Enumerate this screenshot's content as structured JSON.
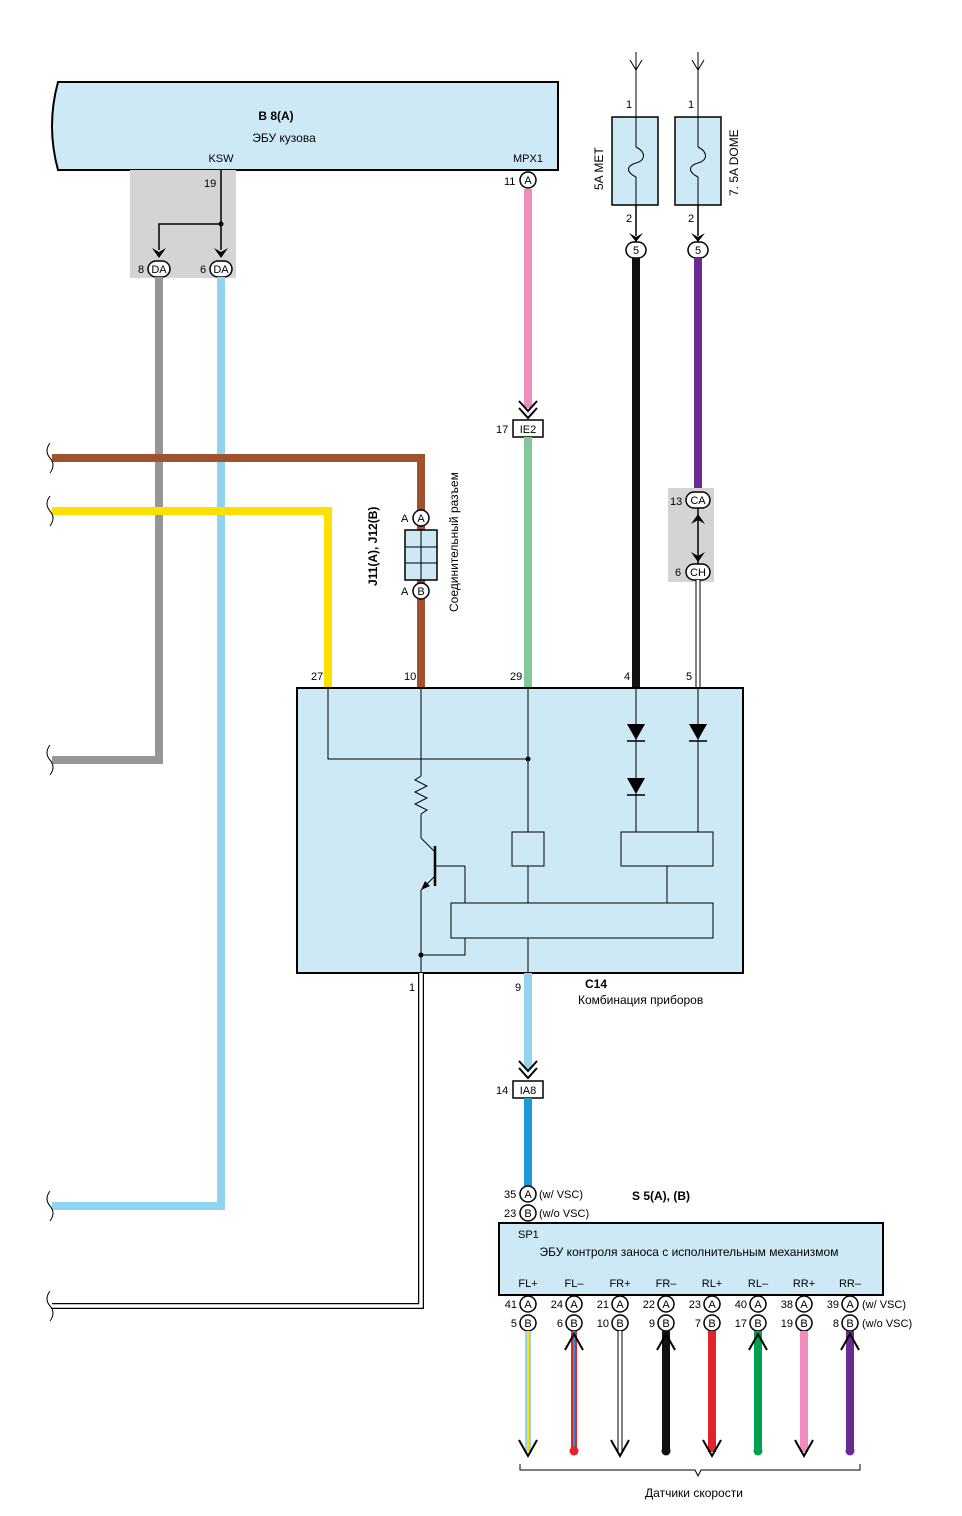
{
  "body_ecu": {
    "ref": "B 8(A)",
    "name": "ЭБУ кузова",
    "pin_ksw": "KSW",
    "pin_mpx": "MPX1",
    "pin_19": "19",
    "pin_11": "11",
    "conn_a": "A"
  },
  "da_connectors": [
    {
      "num": "8",
      "tag": "DA"
    },
    {
      "num": "6",
      "tag": "DA"
    }
  ],
  "fuses": [
    {
      "name": "5A MET",
      "in_pin": "1",
      "out_pin": "2",
      "conn": "5"
    },
    {
      "name": "7. 5A DOME",
      "in_pin": "1",
      "out_pin": "2",
      "conn": "5"
    }
  ],
  "ie2": {
    "num": "17",
    "tag": "IE2"
  },
  "ca_ch": {
    "ca_num": "13",
    "ca_tag": "CA",
    "ch_num": "6",
    "ch_tag": "CH"
  },
  "junction": {
    "ref": "J11(A), J12(B)",
    "label": "Соединительный разъем",
    "a_pin": "A",
    "a_tag": "A",
    "b_pin": "A",
    "b_tag": "B"
  },
  "combo": {
    "ref": "C14",
    "name": "Комбинация приборов",
    "pins": {
      "p27": "27",
      "p10": "10",
      "p29": "29",
      "p4": "4",
      "p5": "5",
      "p1": "1",
      "p9": "9"
    }
  },
  "ia8": {
    "num": "14",
    "tag": "IA8"
  },
  "skid_ecu": {
    "ref": "S 5(A), (B)",
    "name": "ЭБУ контроля заноса с исполнительным механизмом",
    "pin_sp1": "SP1",
    "in_a_num": "35",
    "in_a_tag": "A",
    "in_a_note": "(w/ VSC)",
    "in_b_num": "23",
    "in_b_tag": "B",
    "in_b_note": "(w/o VSC)",
    "note_a": "(w/ VSC)",
    "note_b": "(w/o VSC)",
    "terminals": [
      {
        "label": "FL+",
        "a": "41",
        "b": "5"
      },
      {
        "label": "FL–",
        "a": "24",
        "b": "6"
      },
      {
        "label": "FR+",
        "a": "21",
        "b": "10"
      },
      {
        "label": "FR–",
        "a": "22",
        "b": "9"
      },
      {
        "label": "RL+",
        "a": "23",
        "b": "7"
      },
      {
        "label": "RL–",
        "a": "40",
        "b": "17"
      },
      {
        "label": "RR+",
        "a": "38",
        "b": "19"
      },
      {
        "label": "RR–",
        "a": "39",
        "b": "8"
      }
    ],
    "tag_a": "A",
    "tag_b": "B"
  },
  "sensors_label": "Датчики скорости",
  "colors": {
    "box_fill": "#cde9f6",
    "pink": "#f08cc0",
    "green": "#80c89a",
    "lightblue": "#92d4f0",
    "blue": "#1e9ad6",
    "brown": "#a0522d",
    "yellow": "#fde000",
    "gray": "#969696",
    "black": "#111111",
    "purple": "#6a2a92",
    "red": "#e3242b",
    "green2": "#00a050",
    "shade": "#d4d4d4"
  }
}
